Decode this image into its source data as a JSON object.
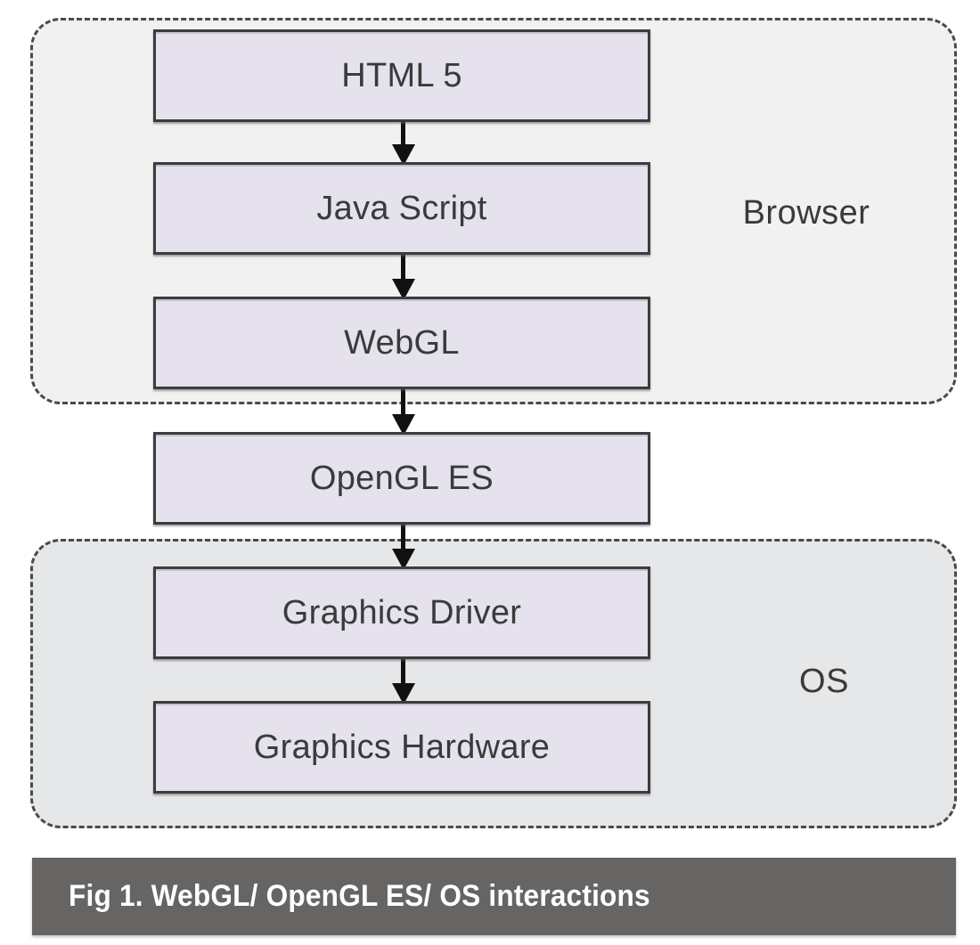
{
  "figure": {
    "caption": "Fig 1. WebGL/ OpenGL ES/ OS interactions",
    "colors": {
      "node_fill": "#e5e1ed",
      "node_border": "#3c3c3c",
      "browser_group_fill": "#f1f1f1",
      "os_group_fill": "#e6e7e9",
      "group_border": "#4a4a4a",
      "arrow": "#111111",
      "caption_bar": "#666564",
      "caption_text": "#ffffff",
      "label_text": "#3a3a3a"
    }
  },
  "groups": {
    "browser": {
      "label": "Browser"
    },
    "os": {
      "label": "OS"
    }
  },
  "nodes": [
    {
      "id": "html5",
      "label": "HTML 5",
      "group": "browser"
    },
    {
      "id": "javascript",
      "label": "Java Script",
      "group": "browser"
    },
    {
      "id": "webgl",
      "label": "WebGL",
      "group": "browser"
    },
    {
      "id": "opengles",
      "label": "OpenGL ES",
      "group": "none"
    },
    {
      "id": "driver",
      "label": "Graphics Driver",
      "group": "os"
    },
    {
      "id": "hardware",
      "label": "Graphics Hardware",
      "group": "os"
    }
  ],
  "edges": [
    {
      "from": "HTML 5",
      "to": "Java Script",
      "style": "arrow-down"
    },
    {
      "from": "Java Script",
      "to": "WebGL",
      "style": "arrow-down"
    },
    {
      "from": "WebGL",
      "to": "OpenGL ES",
      "style": "arrow-down"
    },
    {
      "from": "OpenGL ES",
      "to": "Graphics Driver",
      "style": "arrow-down"
    },
    {
      "from": "Graphics Driver",
      "to": "Graphics Hardware",
      "style": "arrow-down"
    }
  ]
}
